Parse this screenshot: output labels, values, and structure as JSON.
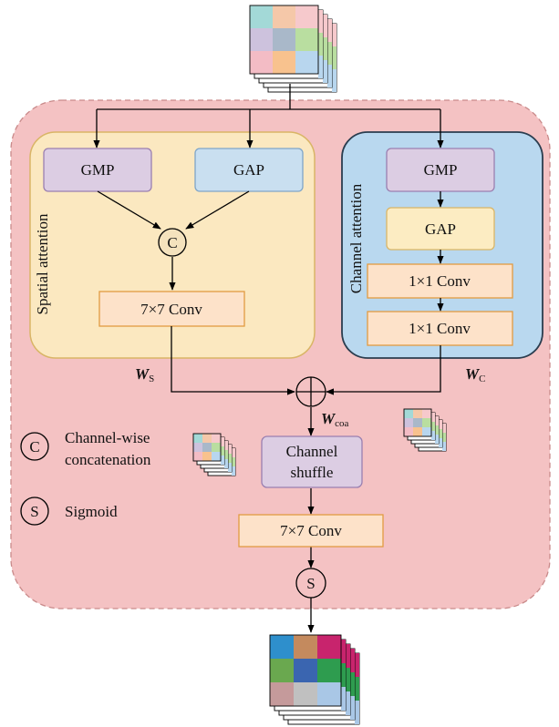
{
  "colors": {
    "outer_bg": "#f4c2c3",
    "outer_border": "#c98a8a",
    "spatial_bg": "#fbe8c0",
    "spatial_border": "#d9b566",
    "channel_bg": "#b9d8ef",
    "channel_border": "#2a3d4f",
    "gmp_fill": "#dccde3",
    "gmp_border": "#9a7fb0",
    "gap_blue_fill": "#c9dff0",
    "gap_blue_border": "#7fa5c8",
    "gap_yellow_fill": "#fcecc2",
    "conv_fill": "#fde2c9",
    "conv_border": "#e29b42"
  },
  "spatial": {
    "title": "Spatial attention",
    "gmp": "GMP",
    "gap": "GAP",
    "concat_symbol": "C",
    "conv": "7×7 Conv"
  },
  "channel": {
    "title": "Channel attention",
    "gmp": "GMP",
    "gap": "GAP",
    "conv1": "1×1 Conv",
    "conv2": "1×1 Conv"
  },
  "weights": {
    "ws_main": "W",
    "ws_sub": "S",
    "wc_main": "W",
    "wc_sub": "C",
    "wcoa_main": "W",
    "wcoa_sub": "coa"
  },
  "fusion": {
    "shuffle_line1": "Channel",
    "shuffle_line2": "shuffle",
    "conv": "7×7 Conv",
    "sigmoid_symbol": "S"
  },
  "legend": {
    "concat_symbol": "C",
    "concat_line1": "Channel-wise",
    "concat_line2": "concatenation",
    "sigmoid_symbol": "S",
    "sigmoid_label": "Sigmoid"
  },
  "feature_maps": {
    "input": [
      "#a3d9d7",
      "#f5c8a9",
      "#f6c9cc",
      "#cdc2dd",
      "#a9b8c9",
      "#b9dea0",
      "#f3bcc5",
      "#f8c28e",
      "#b8d6ee"
    ],
    "output": [
      "#2e8fcc",
      "#c48a5e",
      "#c8246d",
      "#6aa84f",
      "#3a65b0",
      "#2e9c4f",
      "#c59a9b",
      "#c0c0c0",
      "#a9c7e6"
    ],
    "mini_pastel": [
      "#a3d9d7",
      "#f5c8a9",
      "#f6c9cc",
      "#cdc2dd",
      "#a9b8c9",
      "#b9dea0",
      "#f3bcc5",
      "#f8c28e",
      "#b8d6ee"
    ]
  }
}
